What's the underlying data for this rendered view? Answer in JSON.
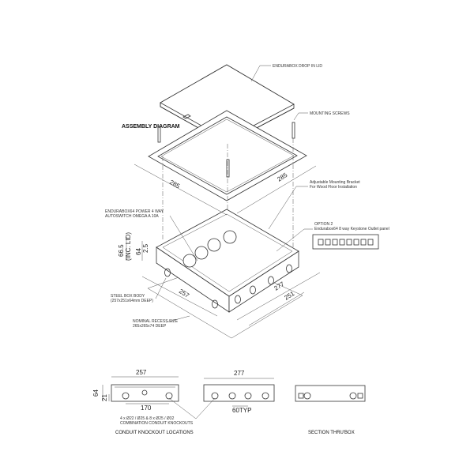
{
  "labels": {
    "lid": "ENDURABOX DROP IN LID",
    "screws": "MOUNTING SCREWS",
    "assembly_title": "ASSEMBLY DIAGRAM",
    "bracket_1": "Adjustable Mounting Bracket",
    "bracket_2": "For Wood Floor Installation",
    "power_1": "ENDURABOX64 POWER 4 WAY",
    "power_2": "AUTOSWITCH OMEGA A 10A",
    "option_1": "OPTION 2",
    "option_2": "Endurabox64 8 way Keystone Outlet panel",
    "steel_1": "STEEL BOX BODY",
    "steel_2": "(257x251x64mm DEEP)",
    "recess_1": "NOMINAL RECESS SIZE",
    "recess_2": "265x265x74 DEEP",
    "knockouts_1": "4 x Ø22 / Ø25 & 8 x Ø25 / Ø32",
    "knockouts_2": "COMBINATION CONDUIT KNOCKOUTS",
    "conduit_title": "CONDUIT KNOCKOUT LOCATIONS",
    "section_title": "SECTION THRU'BOX"
  },
  "dimensions": {
    "frame_left": "285",
    "frame_right": "285",
    "height_total": "66.5",
    "height_total_note": "(INC. LID)",
    "height_box": "64",
    "lid_thickness": "2.5",
    "box_257": "257",
    "box_277": "277",
    "box_251": "251",
    "elev_257": "257",
    "elev_277": "277",
    "elev_64": "64",
    "elev_21": "21",
    "elev_170": "170",
    "elev_60typ": "60TYP"
  }
}
